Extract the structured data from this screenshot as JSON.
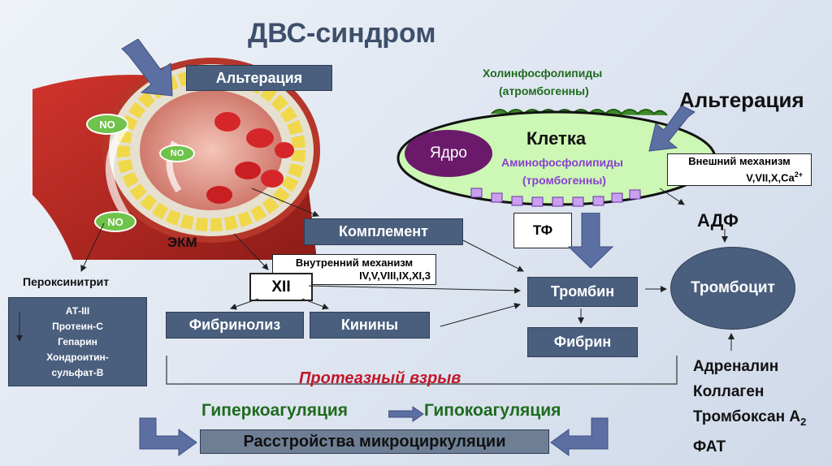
{
  "title": "ДВС-синдром",
  "alteration_left": "Альтерация",
  "alteration_right": "Альтерация",
  "vessel": {
    "no_labels": [
      "NO",
      "NO",
      "NO"
    ],
    "ekm": "ЭКМ"
  },
  "peroxynitrite": "Пероксинитрит",
  "anticoagulants": [
    "АТ-III",
    "Протеин-С",
    "Гепарин",
    "Хондроитин-",
    "сульфат-В"
  ],
  "cell": {
    "choline_line1": "Холинфосфолипиды",
    "choline_line2": "(атромбогенны)",
    "title": "Клетка",
    "nucleus": "Ядро",
    "amino_line1": "Аминофосфолипиды",
    "amino_line2": "(тромбогенны)"
  },
  "external": {
    "title": "Внешний механизм",
    "factors": "V,VII,X,Ca",
    "factors_sup": "2+"
  },
  "tf": "ТФ",
  "adf": "АДФ",
  "complement": "Комплемент",
  "internal": {
    "title": "Внутренний механизм",
    "factors": "IV,V,VIII,IX,XI,3"
  },
  "xii": "XII",
  "fibrinolysis": "Фибринолиз",
  "kinins": "Кинины",
  "thrombin": "Тромбин",
  "fibrin": "Фибрин",
  "thrombocyte": "Тромбоцит",
  "activators": [
    "Адреналин",
    "Коллаген",
    "Тромбоксан А",
    "ФАТ"
  ],
  "activators_sub": "2",
  "protease": "Протеазный взрыв",
  "hyper": "Гиперкоагуляция",
  "hypo": "Гипокоагуляция",
  "micro": "Расстройства микроциркуляции",
  "colors": {
    "box": "#4a5f7e",
    "cell_fill": "#ccf7b4",
    "nucleus": "#6b1a6b",
    "amino": "#8a3fd1",
    "protease": "#c0182a",
    "green_text": "#1e6b1e"
  }
}
